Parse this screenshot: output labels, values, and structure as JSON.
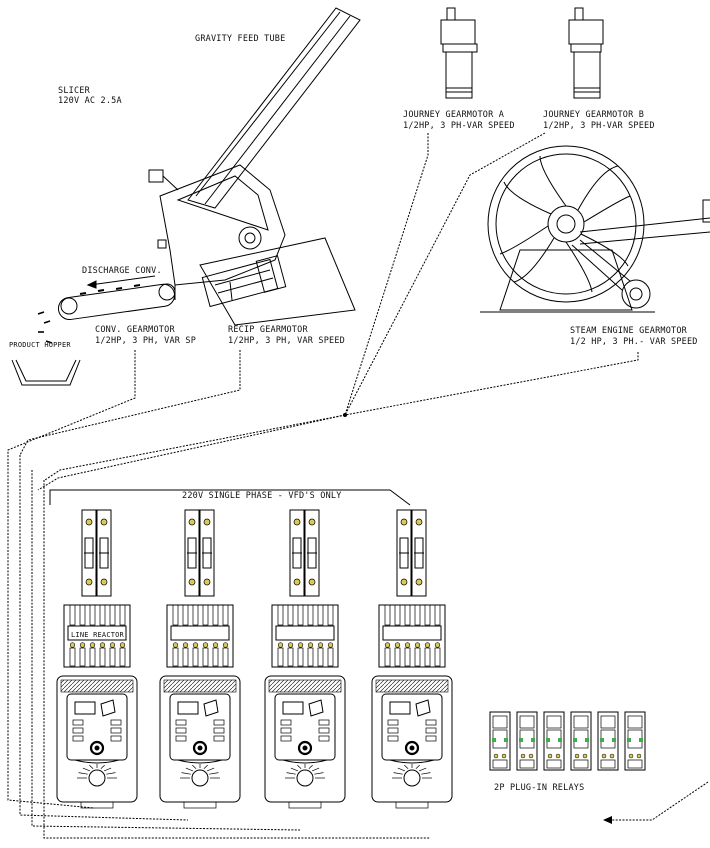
{
  "labels": {
    "gravity_feed": "GRAVITY FEED TUBE",
    "slicer_line1": "SLICER",
    "slicer_line2": "120V AC 2.5A",
    "discharge": "DISCHARGE CONV.",
    "product_hopper": "PRODUCT HOPPER",
    "conv_line1": "CONV. GEARMOTOR",
    "conv_line2": "1/2HP, 3 PH, VAR SP",
    "recip_line1": "RECIP GEARMOTOR",
    "recip_line2": "1/2HP, 3 PH, VAR SPEED",
    "journey_a_line1": "JOURNEY GEARMOTOR A",
    "journey_a_line2": "1/2HP, 3 PH-VAR SPEED",
    "journey_b_line1": "JOURNEY GEARMOTOR B",
    "journey_b_line2": "1/2HP, 3 PH-VAR SPEED",
    "steam_line1": "STEAM ENGINE GEARMOTOR",
    "steam_line2": "1/2 HP, 3 PH.- VAR SPEED",
    "power_supply": "220V SINGLE PHASE - VFD'S ONLY",
    "line_reactor": "LINE REACTOR",
    "relays": "2P PLUG-IN RELAYS"
  },
  "vfd_count": 4,
  "relay_count": 6
}
